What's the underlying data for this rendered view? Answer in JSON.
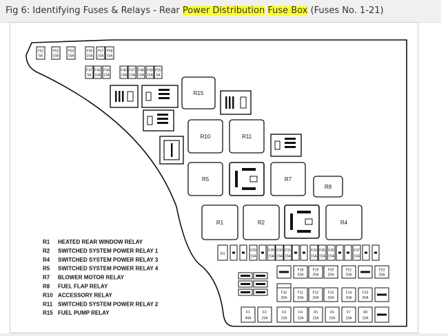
{
  "title": {
    "part1": "Fig 6: Identifying Fuses & Relays - Rear ",
    "highlight1": "Power Distribution",
    "space": " ",
    "highlight2": "Fuse Box",
    "part2": " (Fuses No. 1-21)"
  },
  "colors": {
    "highlight": "#ffff33",
    "line": "#111111",
    "header_bg": "#f0f0f0"
  },
  "top_fuses": [
    {
      "label": "F51",
      "rating": "5A"
    },
    {
      "label": "F52",
      "rating": "10A"
    },
    {
      "label": "F53",
      "rating": "15A"
    },
    {
      "label": "F55",
      "rating": "10A"
    },
    {
      "label": "F57",
      "rating": "10A"
    },
    {
      "label": "F58",
      "rating": "15A"
    }
  ],
  "second_fuses": [
    {
      "label": "F47",
      "rating": "5A"
    },
    {
      "label": "F43",
      "rating": "10A"
    },
    {
      "label": "F44",
      "rating": "15A"
    },
    {
      "label": "F46",
      "rating": "10A"
    },
    {
      "label": "F47",
      "rating": "10A"
    },
    {
      "label": "F48",
      "rating": "10A"
    },
    {
      "label": "F49",
      "rating": "15A"
    },
    {
      "label": "F50",
      "rating": "5A"
    }
  ],
  "relays": [
    "R15",
    "R10",
    "R11",
    "R5",
    "R7",
    "R8",
    "R1",
    "R2",
    "R4"
  ],
  "diode": "D1",
  "row3_fuses": [
    {
      "label": "F29",
      "rating": "15A"
    },
    {
      "label": "F28",
      "rating": "15A"
    },
    {
      "label": "F30",
      "rating": "15A"
    },
    {
      "label": "F31",
      "rating": "15A"
    },
    {
      "label": "F32",
      "rating": "15A"
    },
    {
      "label": "F35",
      "rating": "15A"
    },
    {
      "label": "F36",
      "rating": "15A"
    },
    {
      "label": "F37",
      "rating": "15A"
    }
  ],
  "upper_fuses": [
    {
      "label": "F18",
      "rating": "20A"
    },
    {
      "label": "F19",
      "rating": "20A"
    },
    {
      "label": "F20",
      "rating": "20A"
    },
    {
      "label": "F21",
      "rating": "20A"
    },
    {
      "label": "F23",
      "rating": "20A"
    }
  ],
  "middle_fuses": [
    {
      "label": "F10",
      "rating": "20A"
    },
    {
      "label": "F11",
      "rating": "20A"
    },
    {
      "label": "F12",
      "rating": "20A"
    },
    {
      "label": "F13",
      "rating": "20A"
    },
    {
      "label": "F14",
      "rating": "20A"
    },
    {
      "label": "F15",
      "rating": "20A"
    }
  ],
  "bottom_fuses": [
    {
      "label": "F1",
      "rating": "40A"
    },
    {
      "label": "F2",
      "rating": "15A"
    },
    {
      "label": "F3",
      "rating": "15A"
    },
    {
      "label": "F4",
      "rating": "15A"
    },
    {
      "label": "F5",
      "rating": "15A"
    },
    {
      "label": "F6",
      "rating": "15A"
    },
    {
      "label": "F7",
      "rating": "15A"
    },
    {
      "label": "F8",
      "rating": "15A"
    }
  ],
  "legend": [
    {
      "code": "R1",
      "desc": "HEATED REAR WINDOW RELAY"
    },
    {
      "code": "R2",
      "desc": "SWITCHED SYSTEM POWER RELAY 1"
    },
    {
      "code": "R4",
      "desc": "SWITCHED SYSTEM POWER RELAY 3"
    },
    {
      "code": "R5",
      "desc": "SWITCHED SYSTEM POWER RELAY 4"
    },
    {
      "code": "R7",
      "desc": "BLOWER MOTOR RELAY"
    },
    {
      "code": "R8",
      "desc": "FUEL FLAP RELAY"
    },
    {
      "code": "R10",
      "desc": "ACCESSORY RELAY"
    },
    {
      "code": "R11",
      "desc": "SWITCHED SYSTEM POWER RELAY 2"
    },
    {
      "code": "R15",
      "desc": "FUEL PUMP RELAY"
    }
  ]
}
